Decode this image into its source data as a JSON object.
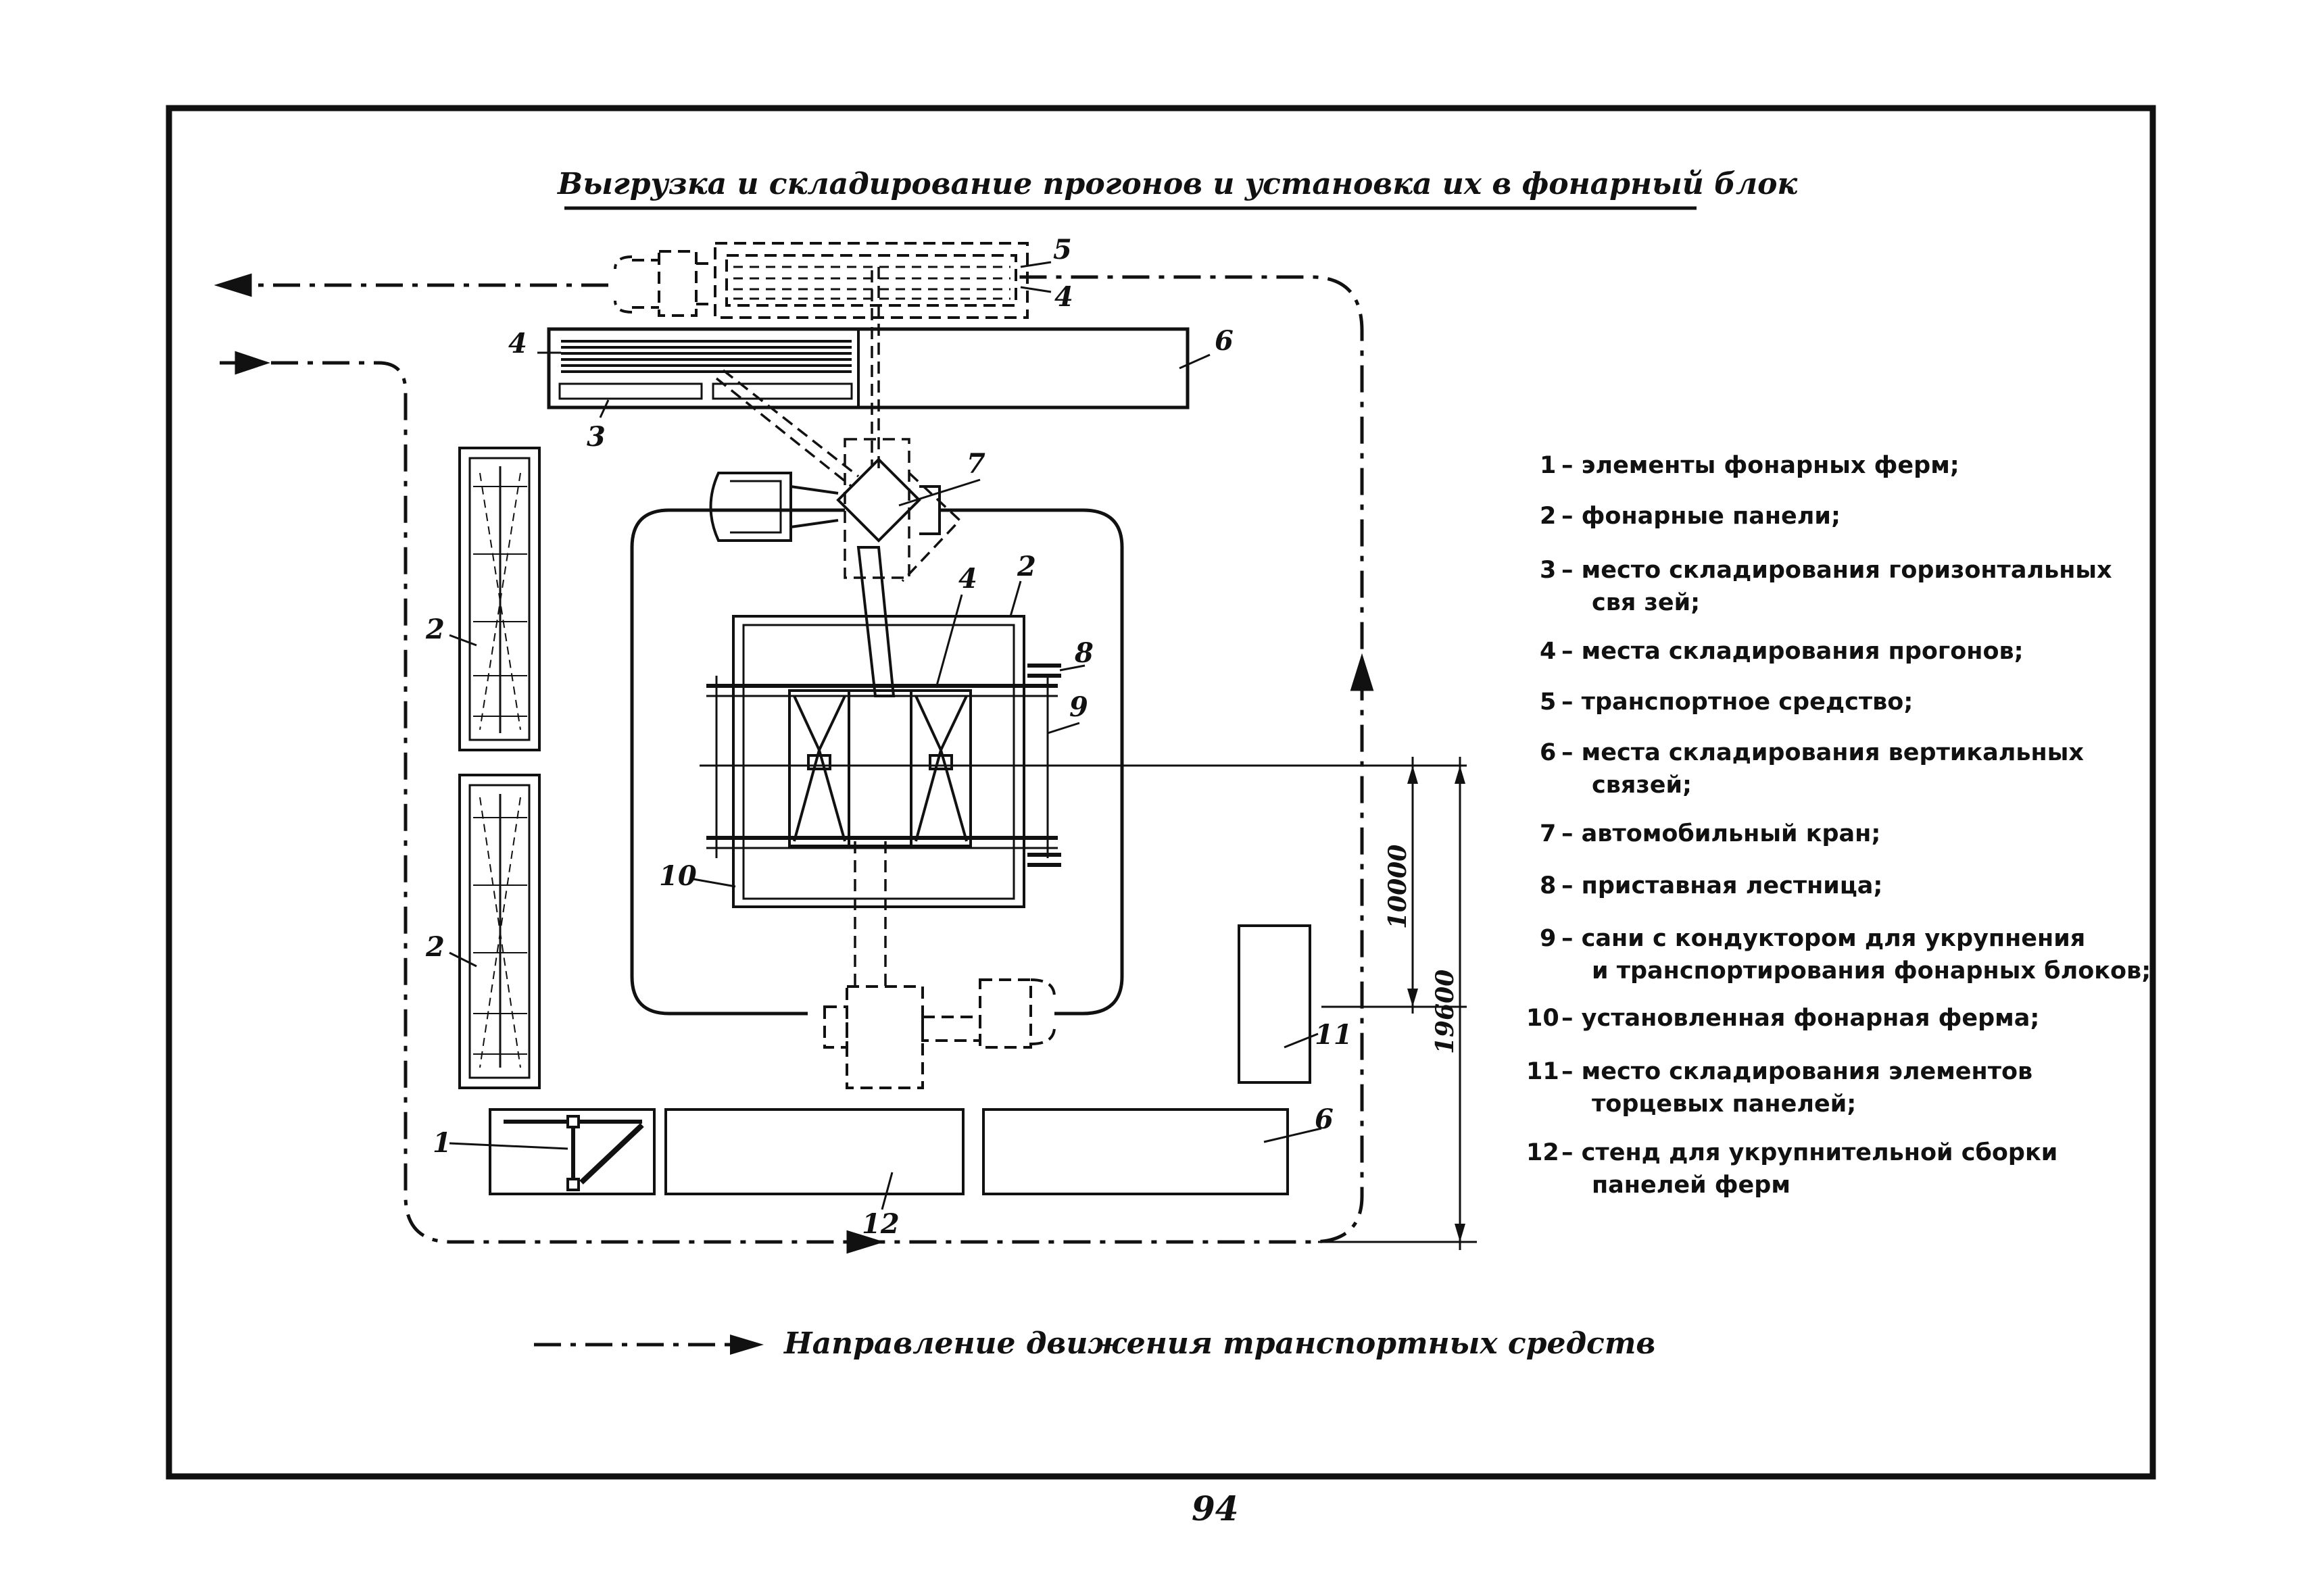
{
  "title": "Выгрузка и складирование прогонов и установка их в фонарный блок",
  "callouts": {
    "n1": "1",
    "n2a": "2",
    "n2b": "2",
    "n2c": "2",
    "n3": "3",
    "n4a": "4",
    "n4b": "4",
    "n4c": "4",
    "n5": "5",
    "n6a": "6",
    "n6b": "6",
    "n7": "7",
    "n8": "8",
    "n9": "9",
    "n10": "10",
    "n11": "11",
    "n12": "12"
  },
  "dimensions": {
    "d10000": "10000",
    "d19600": "19600"
  },
  "legend": [
    {
      "num": "1",
      "lines": [
        "– элементы фонарных ферм;"
      ]
    },
    {
      "num": "2",
      "lines": [
        "– фонарные панели;"
      ]
    },
    {
      "num": "3",
      "lines": [
        "– место складирования горизонтальных",
        "свя зей;"
      ]
    },
    {
      "num": "4",
      "lines": [
        "– места складирования прогонов;"
      ]
    },
    {
      "num": "5",
      "lines": [
        "– транспортное средство;"
      ]
    },
    {
      "num": "6",
      "lines": [
        "– места  складирования вертикальных",
        "связей;"
      ]
    },
    {
      "num": "7",
      "lines": [
        "– автомобильный кран;"
      ]
    },
    {
      "num": "8",
      "lines": [
        "– приставная лестница;"
      ]
    },
    {
      "num": "9",
      "lines": [
        "– сани с кондуктором для укрупнения",
        "и транспортирования фонарных блоков;"
      ]
    },
    {
      "num": "10",
      "lines": [
        "– установленная фонарная ферма;"
      ]
    },
    {
      "num": "11",
      "lines": [
        "– место складирования элементов",
        "торцевых панелей;"
      ]
    },
    {
      "num": "12",
      "lines": [
        "– стенд для укрупнительной сборки",
        "панелей ферм"
      ]
    }
  ],
  "traffic_note": "Направление движения транспортных средств",
  "page_number": "94"
}
